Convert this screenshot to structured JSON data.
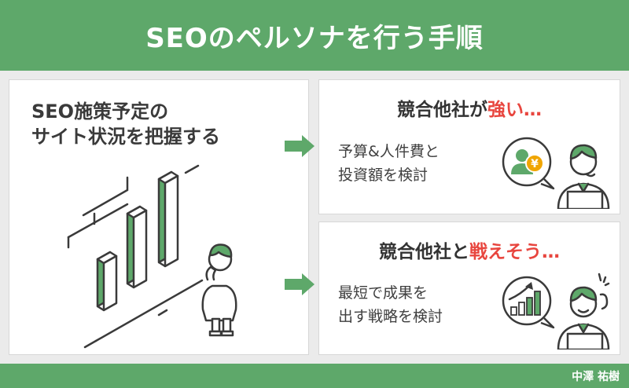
{
  "header": {
    "title": "SEOのペルソナを行う手順"
  },
  "left": {
    "title_line1": "SEO施策予定の",
    "title_line2": "サイト状況を把握する"
  },
  "card_a": {
    "title_main": "競合他社が",
    "title_accent": "強い…",
    "body_line1": "予算&人件費と",
    "body_line2": "投資額を検討",
    "coin_symbol": "¥"
  },
  "card_b": {
    "title_main": "競合他社と",
    "title_accent": "戦えそう…",
    "body_line1": "最短で成果を",
    "body_line2": "出す戦略を検討"
  },
  "footer": {
    "author": "中澤 祐樹"
  },
  "colors": {
    "green": "#5ea86a",
    "accent_red": "#e8463f",
    "coin_orange": "#f0a500",
    "ink": "#333333"
  }
}
